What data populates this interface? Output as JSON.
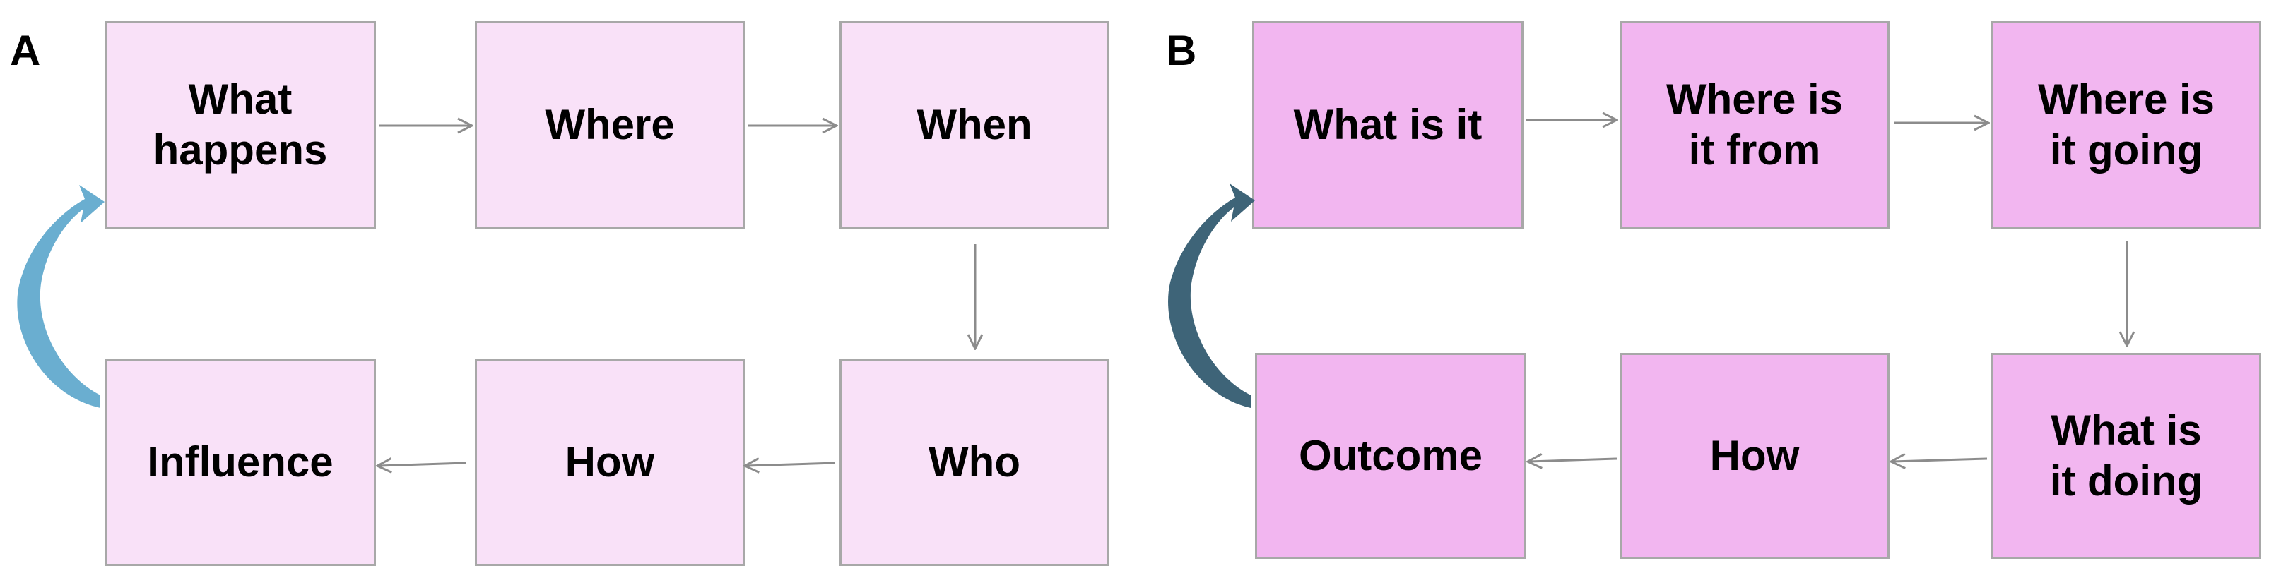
{
  "panel_a": {
    "label": "A",
    "color": "#f9e1f8",
    "cycle_arrow_color": "#6aaed0",
    "boxes": {
      "what_happens": [
        "What",
        "happens"
      ],
      "where": "Where",
      "when": "When",
      "who": "Who",
      "how": "How",
      "influence": "Influence"
    }
  },
  "panel_b": {
    "label": "B",
    "color": "#f2b6f0",
    "cycle_arrow_color": "#3e6478",
    "boxes": {
      "what_is_it": "What is it",
      "where_from": [
        "Where is",
        "it from"
      ],
      "where_going": [
        "Where is",
        "it going"
      ],
      "what_doing": [
        "What is",
        "it doing"
      ],
      "how": "How",
      "outcome": "Outcome"
    }
  },
  "connector_color": "#8c8c8c"
}
